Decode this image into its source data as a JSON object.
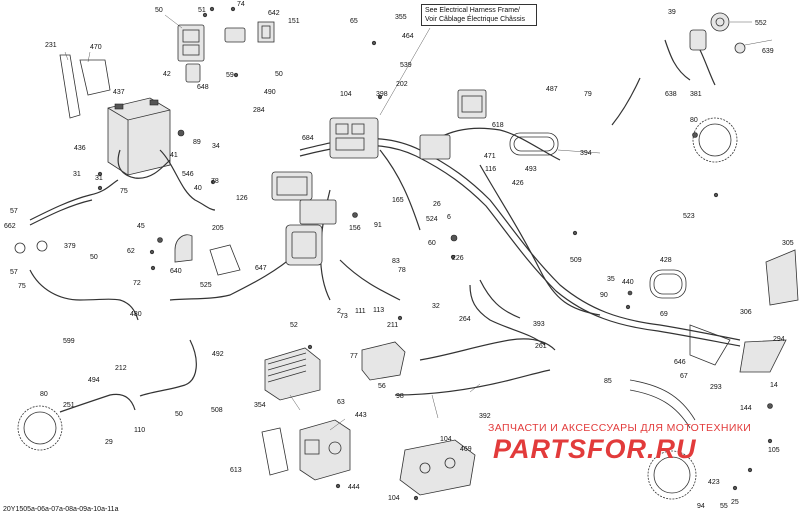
{
  "note": {
    "line1": "See Electrical Harness Frame/",
    "line2": "Voir Câblage Électrique Châssis"
  },
  "diagram_code": "20Y1505a-06a-07a-08a-09a-10a-11a",
  "watermark": {
    "caption": "ЗАПЧАСТИ И АКСЕССУАРЫ ДЛЯ МОТОТЕХНИКИ",
    "logo": "PARTSFOR.RU"
  },
  "callouts": {
    "c1": "51",
    "c2": "74",
    "c3": "642",
    "c4": "50",
    "c5": "151",
    "c6": "231",
    "c7": "470",
    "c8": "42",
    "c9": "648",
    "c10": "437",
    "c11": "436",
    "c12": "89",
    "c13": "41",
    "c14": "31",
    "c15": "75",
    "c16": "546",
    "c17": "40",
    "c18": "78",
    "c19": "57",
    "c20": "662",
    "c21": "379",
    "c22": "45",
    "c23": "640",
    "c24": "62",
    "c25": "72",
    "c26": "599",
    "c27": "480",
    "c28": "492",
    "c29": "212",
    "c30": "494",
    "c31": "251",
    "c32": "110",
    "c33": "508",
    "c34": "29",
    "c35": "80",
    "c36": "59",
    "c37": "490",
    "c38": "284",
    "c39": "34",
    "c40": "684",
    "c41": "126",
    "c42": "205",
    "c43": "525",
    "c44": "647",
    "c45": "354",
    "c46": "613",
    "c47": "443",
    "c48": "444",
    "c49": "65",
    "c50": "355",
    "c51": "464",
    "c52": "539",
    "c53": "104",
    "c54": "398",
    "c55": "202",
    "c56": "156",
    "c57": "91",
    "c58": "165",
    "c59": "83",
    "c60": "111",
    "c61": "113",
    "c62": "73",
    "c63": "77",
    "c64": "56",
    "c65": "98",
    "c66": "211",
    "c67": "32",
    "c68": "264",
    "c69": "393",
    "c70": "261",
    "c71": "392",
    "c72": "469",
    "c73": "618",
    "c74": "471",
    "c75": "116",
    "c76": "426",
    "c77": "493",
    "c78": "524",
    "c79": "60",
    "c80": "226",
    "c81": "487",
    "c82": "394",
    "c83": "552",
    "c84": "639",
    "c85": "638",
    "c86": "381",
    "c87": "39",
    "c88": "509",
    "c89": "523",
    "c90": "428",
    "c91": "35",
    "c92": "440",
    "c93": "305",
    "c94": "306",
    "c95": "294",
    "c96": "293",
    "c97": "646",
    "c98": "144",
    "c99": "105",
    "c100": "423",
    "c101": "25",
    "c102": "94",
    "c103": "55",
    "c104": "52",
    "c105": "2",
    "c106": "31",
    "c107": "26",
    "c108": "6",
    "c109": "57",
    "c110": "75",
    "c111": "50",
    "c112": "63",
    "c113": "78",
    "c114": "85",
    "c115": "80",
    "c116": "50",
    "c117": "67",
    "c118": "50",
    "c119": "90",
    "c120": "69",
    "c121": "79",
    "c122": "104",
    "c123": "14",
    "c124": "104"
  },
  "colors": {
    "line": "#333333",
    "watermark": "#e23b3b",
    "background": "#ffffff"
  }
}
